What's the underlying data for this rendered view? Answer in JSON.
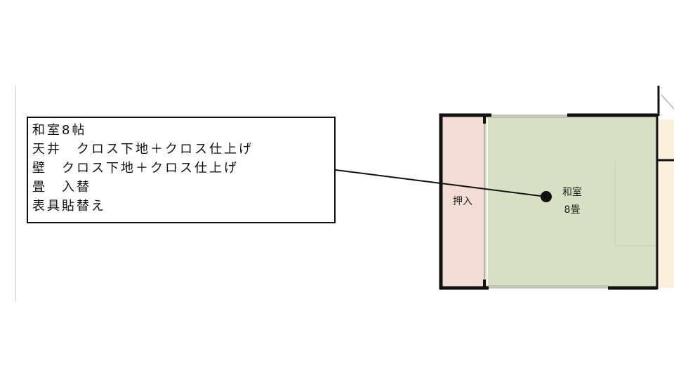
{
  "note": {
    "lines": [
      "和室8帖",
      "天井　クロス下地＋クロス仕上げ",
      "壁　クロス下地＋クロス仕上げ",
      "畳　入替",
      "表具貼替え"
    ]
  },
  "plan": {
    "closet_label": "押入",
    "room_name": "和室",
    "room_size": "8畳",
    "colors": {
      "wall": "#111111",
      "tatami": "#d8e0c4",
      "closet": "#f2ddd5",
      "adjacent_floor": "#fbf0de",
      "leader": "#111111"
    }
  }
}
